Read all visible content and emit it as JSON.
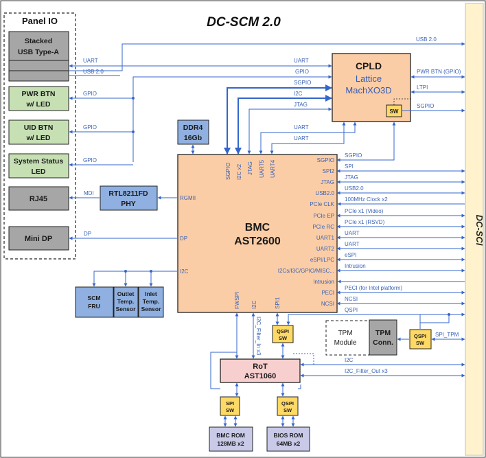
{
  "title": "DC-SCM 2.0",
  "sidebar_label": "DC-SCI",
  "panel_io": {
    "label": "Panel IO",
    "usb": [
      "Stacked",
      "USB Type-A"
    ],
    "pwr_btn": [
      "PWR BTN",
      "w/ LED"
    ],
    "uid_btn": [
      "UID BTN",
      "w/ LED"
    ],
    "status_led": [
      "System Status",
      "LED"
    ],
    "rj45": "RJ45",
    "minidp": "Mini DP"
  },
  "cpld": {
    "title": "CPLD",
    "vendor": "Lattice",
    "part": "MachXO3D",
    "sw": "SW"
  },
  "ddr": [
    "DDR4",
    "16Gb"
  ],
  "phy": [
    "RTL8211FD",
    "PHY"
  ],
  "bmc": {
    "title": "BMC",
    "part": "AST2600"
  },
  "fru": [
    "SCM",
    "FRU"
  ],
  "outlet": [
    "Outlet",
    "Temp.",
    "Sensor"
  ],
  "inlet": [
    "Inlet",
    "Temp.",
    "Sensor"
  ],
  "qspi_sw": [
    "QSPI",
    "SW"
  ],
  "spi_sw": [
    "SPI",
    "SW"
  ],
  "tpm_module": [
    "TPM",
    "Module"
  ],
  "tpm_conn": [
    "TPM",
    "Conn."
  ],
  "rot": {
    "title": "RoT",
    "part": "AST1060"
  },
  "bmc_rom": [
    "BMC ROM",
    "128MB x2"
  ],
  "bios_rom": [
    "BIOS ROM",
    "64MB x2"
  ],
  "labels": {
    "usb20_top": "USB 2.0",
    "uart_left": "UART",
    "usb20_left": "USB 2.0",
    "uart_cpld": "UART",
    "gpio_cpld": "GPIO",
    "sgpio_cpld": "SGPIO",
    "i2c_cpld": "I2C",
    "jtag_cpld": "JTAG",
    "gpio_pwr": "GPIO",
    "gpio_uid": "GPIO",
    "gpio_status": "GPIO",
    "pwr_btn_gpio": "PWR BTN (GPIO)",
    "ltpi": "LTPI",
    "sgpio_right": "SGPIO",
    "uart_bmc1": "UART",
    "uart_bmc2": "UART",
    "sgpio_bmc_cpld": "SGPIO",
    "mdi": "MDI",
    "dp": "DP",
    "r_spi": "SPI",
    "r_jtag": "JTAG",
    "r_usb": "USB2.0",
    "r_clk": "100MHz Clock x2",
    "r_video": "PCIe x1 (Video)",
    "r_rsvd": "PCIe x1 (RSVD)",
    "r_uart1": "UART",
    "r_uart2": "UART",
    "r_espi": "eSPI",
    "r_intrusion": "Intrusion",
    "r_peci": "PECI (for Intel platform)",
    "r_ncsi": "NCSI",
    "r_qspi": "QSPI",
    "spi_tpm": "SPI_TPM",
    "r_i2c": "I2C",
    "r_i2c_filter_out": "I2C_Filter_Out x3"
  },
  "bmc_pins": {
    "sgpio_top": "SGPIO",
    "i2c2": "I2C x2",
    "jtag": "JTAG",
    "uart5": "UART5",
    "uart4": "UART4",
    "sgpio": "SGPIO",
    "spi2": "SPI2",
    "jtag_r": "JTAG",
    "usb": "USB2.0",
    "pcie_clk": "PCIe CLK",
    "pcie_ep": "PCIe EP",
    "pcie_rc": "PCIe RC",
    "uart1": "UART1",
    "uart2": "UART2",
    "espi": "eSPI/LPC",
    "misc": "I2Cs/I3C/GPIO/MISC...",
    "intrusion": "Intrusion",
    "peci": "PECI",
    "ncsi": "NCSI",
    "rgmii": "RGMII",
    "dp": "DP",
    "i2c": "I2C",
    "fwspi": "FWSPI",
    "i2c_b": "I2C",
    "filter_in": "I2C_Filter_In x3",
    "spi1": "SPI1"
  },
  "colors": {
    "wire": "#3366cc",
    "cpld_fill": "#fbcda6",
    "bmc_fill": "#fbcda6",
    "green": "#c6e0b4",
    "gray": "#a6a6a6",
    "blue": "#8fb0e0",
    "yellow": "#ffd966",
    "pink": "#f8cfcf",
    "sidebar": "#fff2cc"
  }
}
